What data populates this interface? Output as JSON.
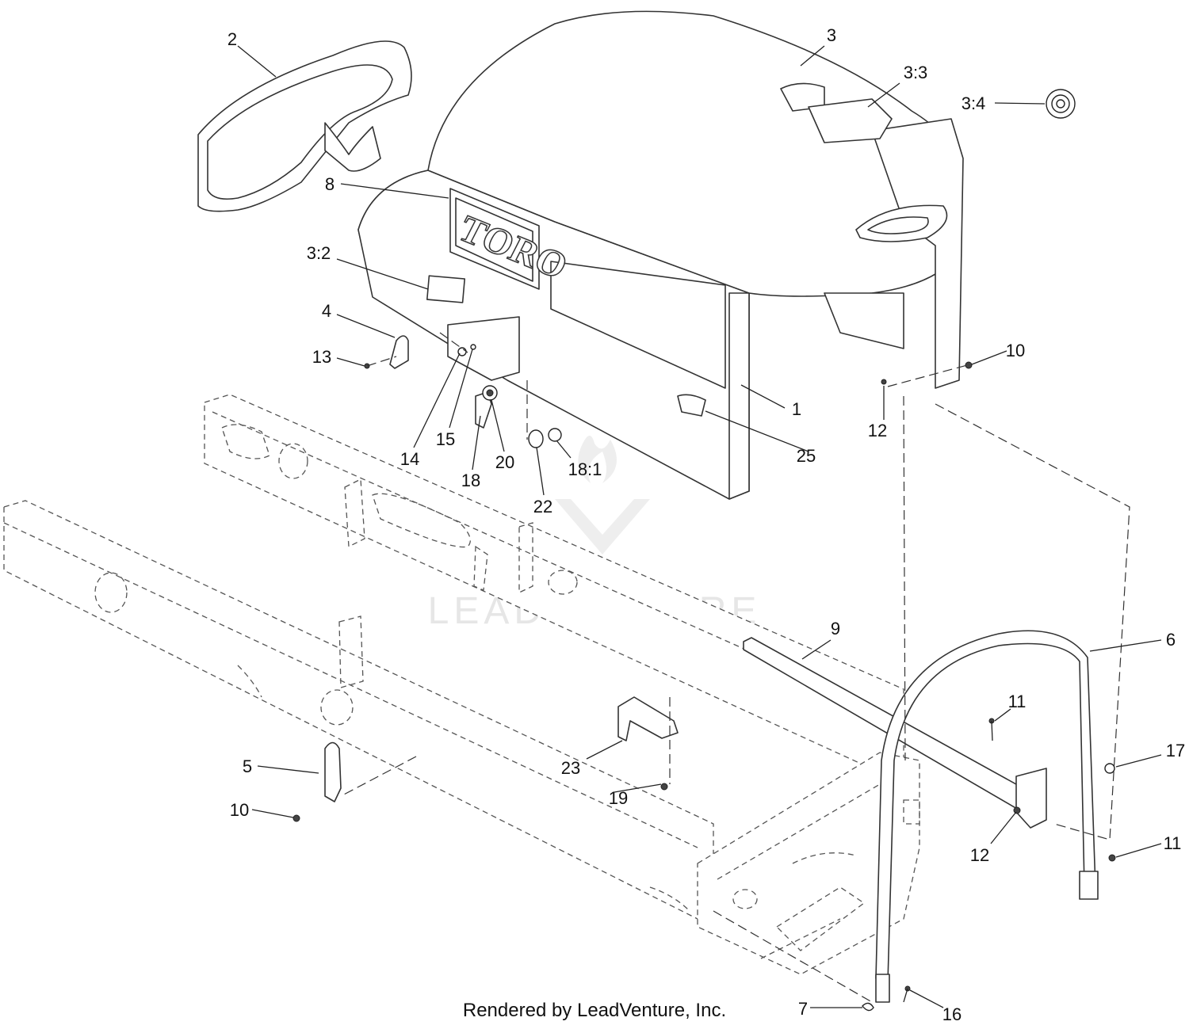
{
  "diagram": {
    "brand_text": "TORO",
    "watermark_text": "LEADVENTURE",
    "footer": "Rendered by LeadVenture, Inc.",
    "callouts": [
      {
        "id": "c-2",
        "label": "2"
      },
      {
        "id": "c-3",
        "label": "3"
      },
      {
        "id": "c-3-3",
        "label": "3:3"
      },
      {
        "id": "c-3-4",
        "label": "3:4"
      },
      {
        "id": "c-8",
        "label": "8"
      },
      {
        "id": "c-3-2",
        "label": "3:2"
      },
      {
        "id": "c-4",
        "label": "4"
      },
      {
        "id": "c-13",
        "label": "13"
      },
      {
        "id": "c-10a",
        "label": "10"
      },
      {
        "id": "c-1",
        "label": "1"
      },
      {
        "id": "c-12a",
        "label": "12"
      },
      {
        "id": "c-25",
        "label": "25"
      },
      {
        "id": "c-14",
        "label": "14"
      },
      {
        "id": "c-15",
        "label": "15"
      },
      {
        "id": "c-18",
        "label": "18"
      },
      {
        "id": "c-20",
        "label": "20"
      },
      {
        "id": "c-22",
        "label": "22"
      },
      {
        "id": "c-18-1",
        "label": "18:1"
      },
      {
        "id": "c-9",
        "label": "9"
      },
      {
        "id": "c-6",
        "label": "6"
      },
      {
        "id": "c-11a",
        "label": "11"
      },
      {
        "id": "c-17",
        "label": "17"
      },
      {
        "id": "c-5",
        "label": "5"
      },
      {
        "id": "c-23",
        "label": "23"
      },
      {
        "id": "c-19",
        "label": "19"
      },
      {
        "id": "c-10b",
        "label": "10"
      },
      {
        "id": "c-12b",
        "label": "12"
      },
      {
        "id": "c-11b",
        "label": "11"
      },
      {
        "id": "c-7",
        "label": "7"
      },
      {
        "id": "c-16",
        "label": "16"
      }
    ]
  }
}
